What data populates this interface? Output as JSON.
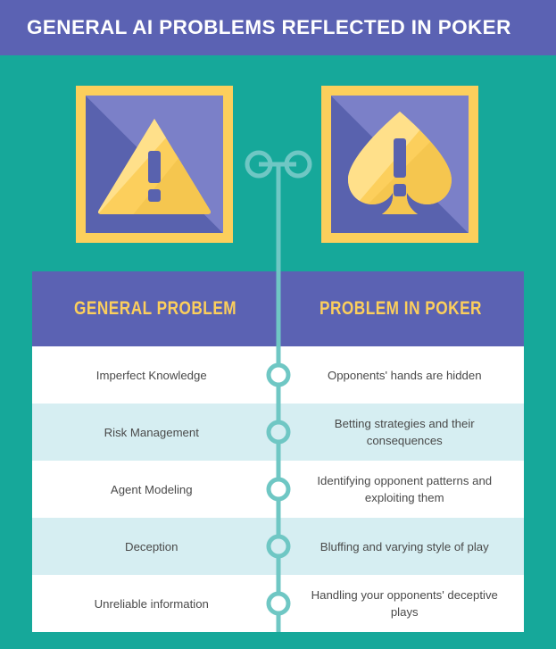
{
  "header": {
    "title": "GENERAL AI PROBLEMS REFLECTED IN POKER"
  },
  "icons": {
    "left": {
      "name": "warning-triangle-icon",
      "glyph": "warning-triangle-with-exclamation"
    },
    "right": {
      "name": "spade-icon",
      "glyph": "spade-with-exclamation"
    },
    "connector": "two-circles-joined-by-line"
  },
  "table": {
    "columns": [
      {
        "label": "GENERAL PROBLEM"
      },
      {
        "label": "PROBLEM IN POKER"
      }
    ],
    "rows": [
      {
        "general": "Imperfect Knowledge",
        "poker": "Opponents' hands are hidden"
      },
      {
        "general": "Risk Management",
        "poker": "Betting strategies and their consequences"
      },
      {
        "general": "Agent Modeling",
        "poker": "Identifying opponent patterns and exploiting them"
      },
      {
        "general": "Deception",
        "poker": "Bluffing and varying style of play"
      },
      {
        "general": "Unreliable information",
        "poker": "Handling your opponents' deceptive plays"
      }
    ]
  },
  "colors": {
    "background_teal": "#16a89a",
    "header_purple": "#5b62b3",
    "accent_yellow": "#fccf5c",
    "row_alt_blue": "#d6eef2",
    "rail_teal": "#6fc7c4",
    "text_gray": "#4a4a4a",
    "panel_purple_dark": "#5962ae",
    "panel_purple_light": "#7b80c8"
  }
}
